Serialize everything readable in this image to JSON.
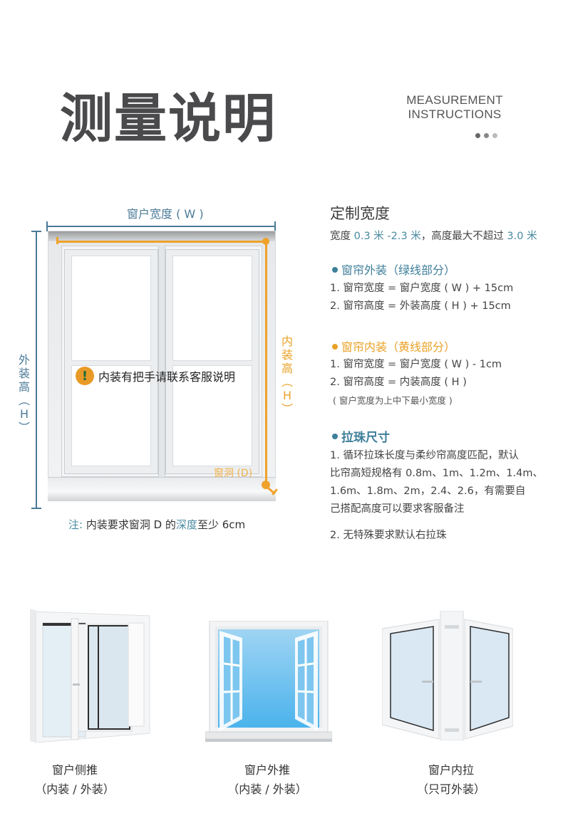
{
  "header": {
    "title": "测量说明",
    "title_en_line1": "MEASUREMENT",
    "title_en_line2": "INSTRUCTIONS",
    "dots": [
      "#666666",
      "#888888",
      "#bbbbbb"
    ]
  },
  "diagram": {
    "window_width_label": "窗户宽度 ( W )",
    "outer_height_label": [
      "外",
      "装",
      "高",
      "︵",
      "H",
      "︶"
    ],
    "inner_height_label": [
      "内",
      "装",
      "高",
      "︵",
      "H",
      "︶"
    ],
    "recess_label": "窗洞 (D)",
    "warning_text": "内装有把手请联系客服说明",
    "warning_icon": "!",
    "note_prefix": "注:",
    "note_part1": " 内装要求窗洞 D 的",
    "note_highlight": "深度",
    "note_part2": "至少 6cm",
    "colors": {
      "outer": "#4a7a97",
      "inner": "#efa22a"
    }
  },
  "custom_width": {
    "title": "定制宽度",
    "sub_prefix": "宽度 ",
    "sub_w_range": "0.3 米 -2.3 米",
    "sub_mid": "，高度最大不超过 ",
    "sub_h_max": "3.0 米"
  },
  "outer_install": {
    "heading": "窗帘外装（绿线部分）",
    "lines": [
      "1. 窗帘宽度 = 窗户宽度 ( W ) + 15cm",
      "2. 窗帘高度 = 外装高度 ( H ) + 15cm"
    ]
  },
  "inner_install": {
    "heading": "窗帘内装（黄线部分）",
    "lines": [
      "1. 窗帘宽度 = 窗户宽度 ( W ) - 1cm",
      "2. 窗帘高度 = 内装高度 ( H )"
    ],
    "note": "( 窗户宽度为上中下最小宽度 )"
  },
  "bead_size": {
    "heading": "拉珠尺寸",
    "para1": [
      "1. 循环拉珠长度与柔纱帘高度匹配，默认",
      "比帘高短规格有 0.8m、1m、1.2m、1.4m、",
      "1.6m、1.8m、2m，2.4、2.6，有需要自",
      "己搭配高度可以要求客服备注"
    ],
    "para2": "2. 无特殊要求默认右拉珠"
  },
  "window_types": [
    {
      "name": "窗户侧推",
      "install": "（内装 / 外装）"
    },
    {
      "name": "窗户外推",
      "install": "（内装 / 外装）"
    },
    {
      "name": "窗户内拉",
      "install": "（只可外装）"
    }
  ]
}
